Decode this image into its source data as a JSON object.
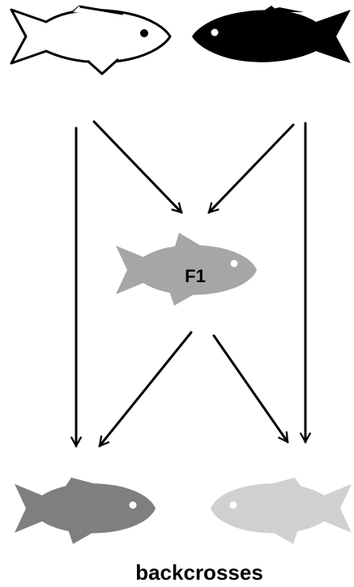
{
  "diagram": {
    "f1_label": "F1",
    "caption": "backcrosses"
  },
  "fish": [
    {
      "id": "parent-white",
      "fill": "#ffffff",
      "stroke": "#000000",
      "eye": "#000000"
    },
    {
      "id": "parent-black",
      "fill": "#000000",
      "stroke": "#000000",
      "eye": "#ffffff"
    },
    {
      "id": "f1",
      "fill": "#a6a6a6",
      "stroke": "none",
      "eye": "#ffffff"
    },
    {
      "id": "backcross-dark",
      "fill": "#7f7f7f",
      "stroke": "none",
      "eye": "#ffffff"
    },
    {
      "id": "backcross-light",
      "fill": "#d0d0d0",
      "stroke": "none",
      "eye": "#ffffff"
    }
  ],
  "colors": {
    "arrow": "#000000",
    "background": "#ffffff"
  }
}
